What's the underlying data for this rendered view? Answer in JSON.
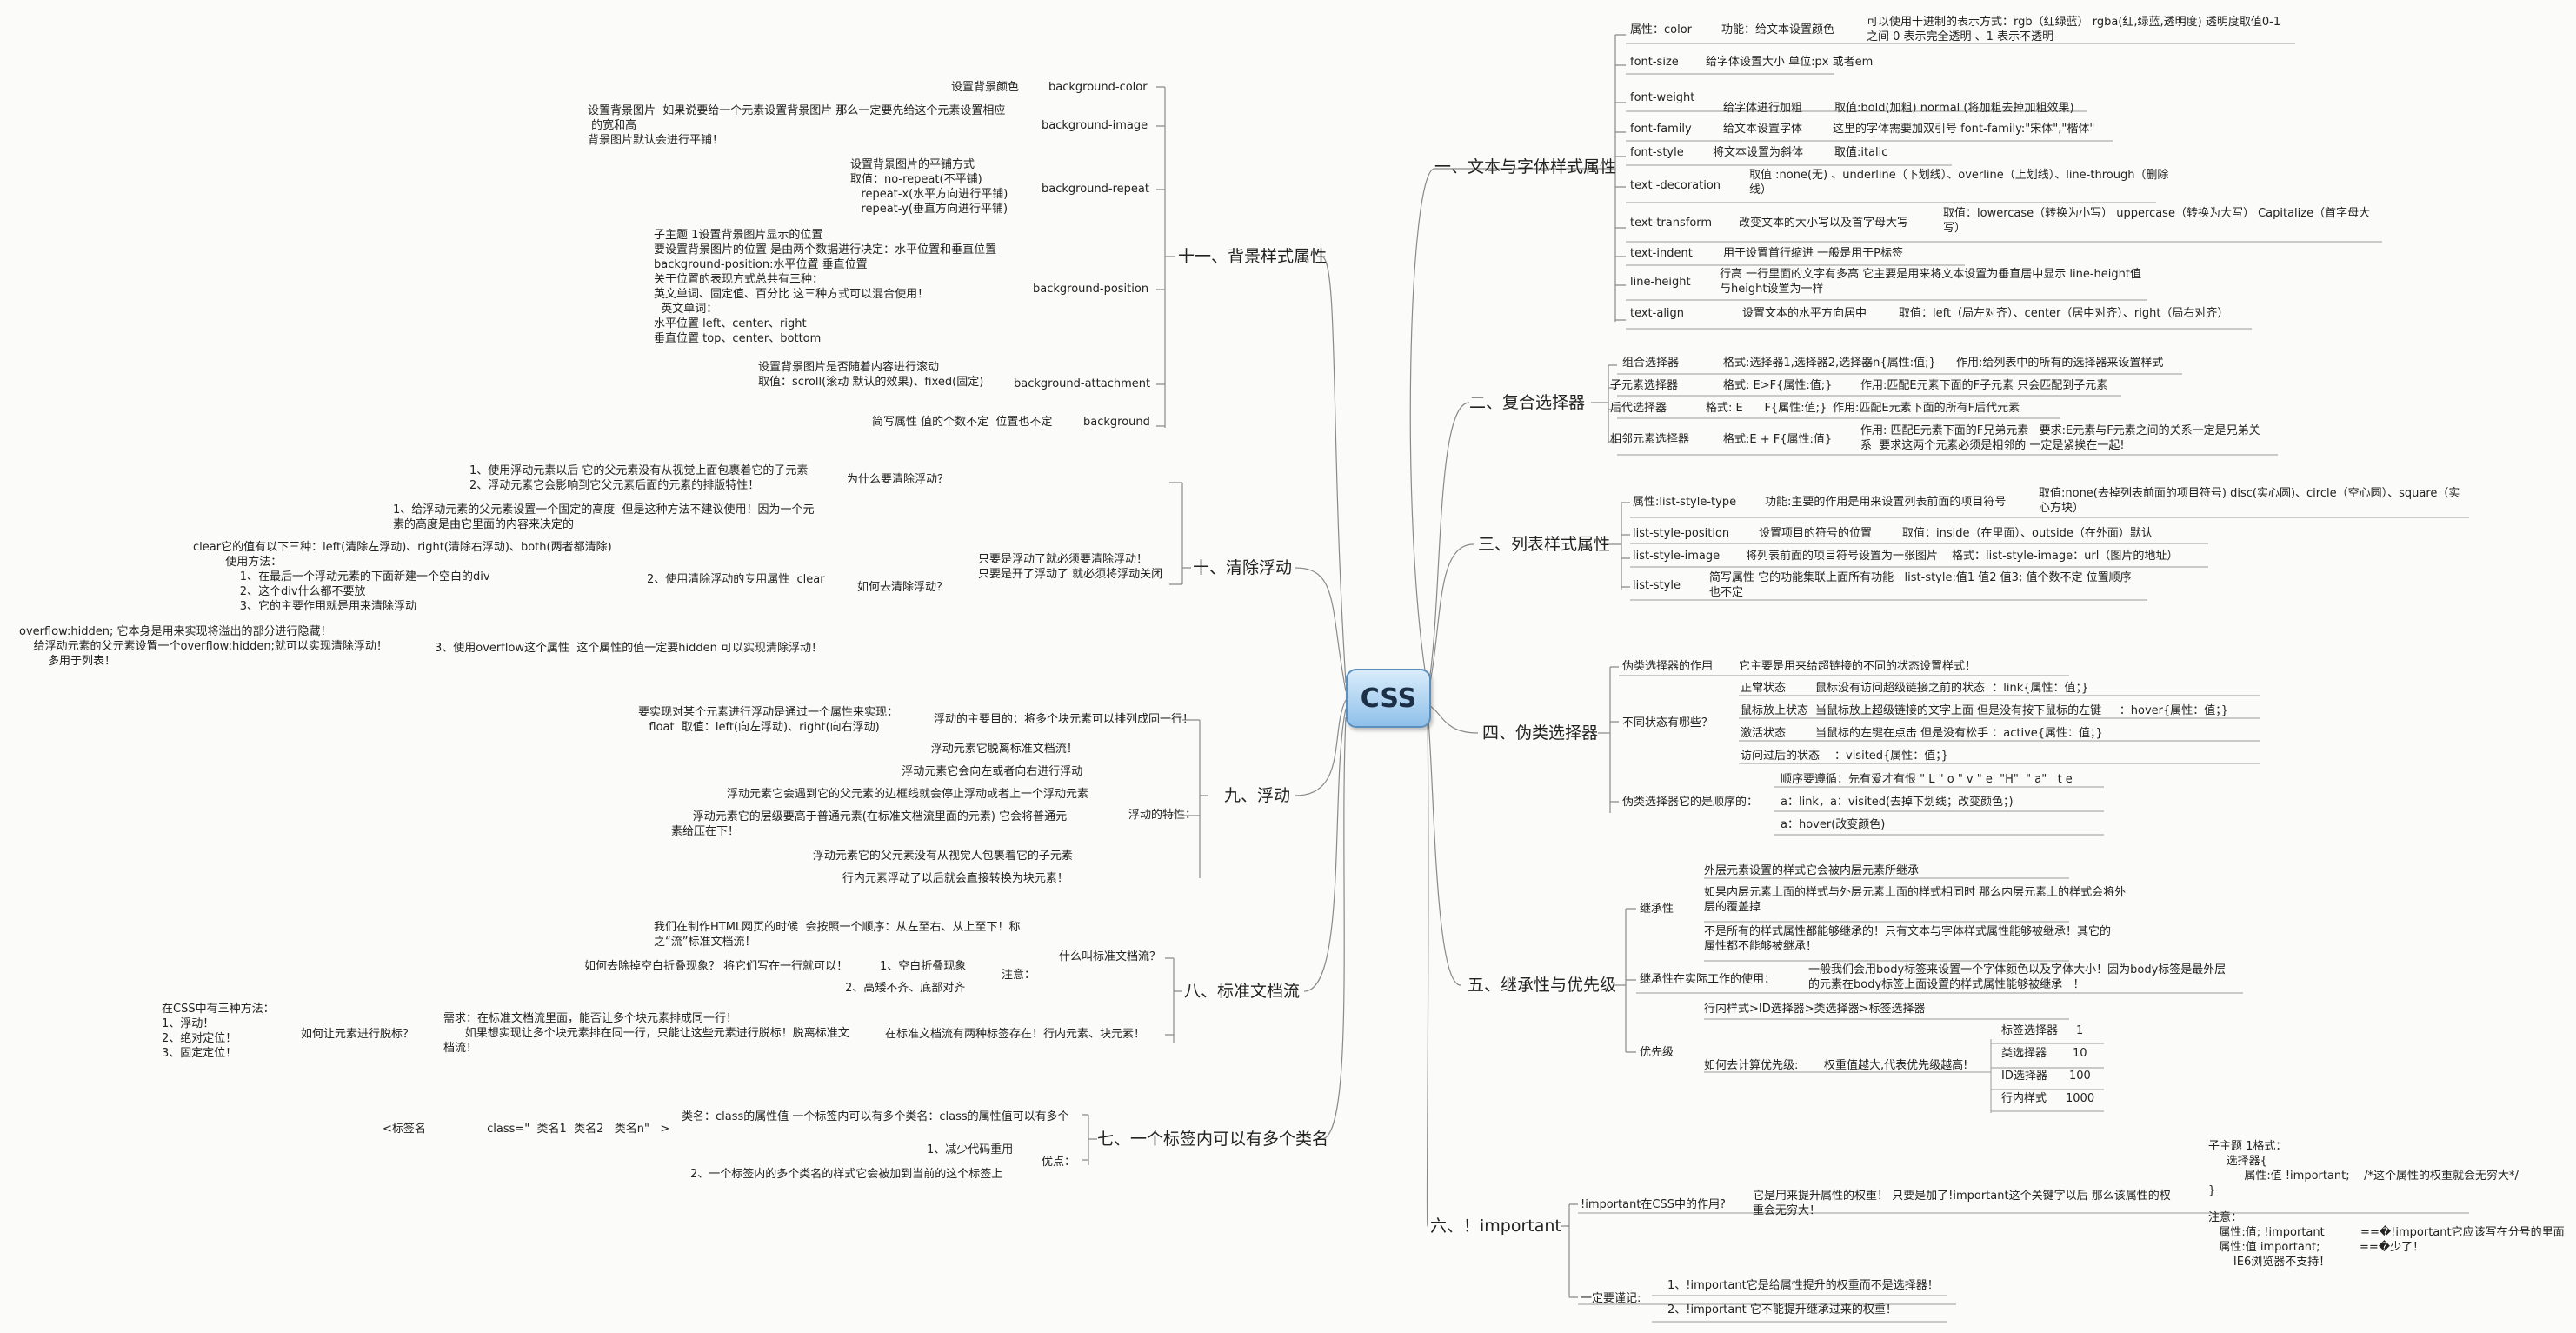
{
  "root": "CSS",
  "branches": {
    "text": {
      "title": "一、文本与字体样式属性",
      "n": [
        "属性：color",
        "功能：给文本设置颜色",
        "可以使用十进制的表示方式：rgb（红绿蓝） rgba(红,绿蓝,透明度) 透明度取值0-1\n之间 0 表示完全透明 、1 表示不透明",
        "font-size",
        "给字体设置大小 单位:px 或者em",
        "font-weight",
        "给字体进行加粗",
        "取值:bold(加粗) normal (将加粗去掉加粗效果)",
        "font-family",
        "给文本设置字体",
        "这里的字体需要加双引号 font-family:\"宋体\",\"楷体\"",
        "font-style",
        "将文本设置为斜体",
        "取值:italic",
        "text -decoration",
        "取值 :none(无) 、underline（下划线）、overline（上划线）、line-through（删除\n线）",
        "text-transform",
        "改变文本的大小写以及首字母大写",
        "取值：lowercase（转换为小写） uppercase（转换为大写） Capitalize（首字母大\n写）",
        "text-indent",
        "用于设置首行缩进 一般是用于P标签",
        "line-height",
        "行高 一行里面的文字有多高 它主要是用来将文本设置为垂直居中显示 line-height值\n与height设置为一样",
        "text-align",
        "设置文本的水平方向居中",
        "取值：left（局左对齐）、center（居中对齐）、right（局右对齐）"
      ]
    },
    "compound": {
      "title": "二、复合选择器",
      "n": [
        "组合选择器",
        "格式:选择器1,选择器2,选择器n{属性:值;}",
        "作用:给列表中的所有的选择器来设置样式",
        "子元素选择器",
        "格式: E>F{属性:值;}",
        "作用:匹配E元素下面的F子元素 只会匹配到子元素",
        "后代选择器",
        "格式: E      F{属性:值;}",
        "作用:匹配E元素下面的所有F后代元素",
        "相邻元素选择器",
        "格式:E + F{属性:值}",
        "作用: 匹配E元素下面的F兄弟元素   要求:E元素与F元素之间的关系一定是兄弟关\n系  要求这两个元素必须是相邻的 一定是紧挨在一起!"
      ]
    },
    "list": {
      "title": "三、列表样式属性",
      "n": [
        "属性:list-style-type",
        "功能:主要的作用是用来设置列表前面的项目符号",
        "取值:none(去掉列表前面的项目符号) disc(实心圆)、circle（空心圆）、square（实\n心方块）",
        "list-style-position",
        "设置项目的符号的位置",
        "取值：inside（在里面）、outside（在外面）默认",
        "list-style-image",
        "将列表前面的项目符号设置为一张图片",
        "格式：list-style-image：url（图片的地址）",
        "list-style",
        "简写属性 它的功能集联上面所有功能   list-style:值1 值2 值3; 值个数不定 位置顺序\n也不定"
      ]
    },
    "pseudo": {
      "title": "四、伪类选择器",
      "n": [
        "伪类选择器的作用",
        "它主要是用来给超链接的不同的状态设置样式！",
        "不同状态有哪些？",
        "正常状态",
        "鼠标没有访问超级链接之前的状态  ：link{属性：值；}",
        "鼠标放上状态",
        "当鼠标放上超级链接的文字上面 但是没有按下鼠标的左键     ：hover{属性：值；}",
        "激活状态",
        "当鼠标的左键在点击 但是没有松手 ：active{属性：值；}",
        "访问过后的状态",
        "：visited{属性：值；}",
        "伪类选择器它的是顺序的：",
        "顺序要遵循：先有爱才有恨 \" L \" o \" v \" e  \"H\"  \" a\"   t e",
        "a：link，a：visited(去掉下划线；改变颜色；)",
        "a：hover(改变颜色)"
      ]
    },
    "inherit": {
      "title": "五、继承性与优先级",
      "n": [
        "继承性",
        "外层元素设置的样式它会被内层元素所继承",
        "如果内层元素上面的样式与外层元素上面的样式相同时 那么内层元素上的样式会将外\n层的覆盖掉",
        "不是所有的样式属性都能够继承的！只有文本与字体样式属性能够被继承！其它的\n属性都不能够被继承！",
        "继承性在实际工作的使用：",
        "一般我们会用body标签来设置一个字体颜色以及字体大小！因为body标签是最外层\n的元素在body标签上面设置的样式属性能够被继承   ！",
        "优先级",
        "行内样式>ID选择器>类选择器>标签选择器",
        "如何去计算优先级:",
        "权重值越大,代表优先级越高!",
        "标签选择器",
        "1",
        "类选择器",
        "10",
        "ID选择器",
        "100",
        "行内样式",
        "1000"
      ]
    },
    "important": {
      "title": "六、！important",
      "n": [
        "!important在CSS中的作用?",
        "它是用来提升属性的权重！ 只要是加了!important这个关键字以后 那么该属性的权\n重会无穷大！",
        "子主题 1格式：\n     选择器{\n          属性:值 !important;    /*这个属性的权重就会无穷大*/\n}",
        "注意：\n   属性:值; !important          ==�!important它应该写在分号的里面\n   属性:值 important;           ==�少了！\n       IE6浏览器不支持！",
        "一定要谨记:",
        "1、!important它是给属性提升的权重而不是选择器！",
        "2、!important 它不能提升继承过来的权重！"
      ]
    },
    "multi": {
      "title": "七、一个标签内可以有多个类名",
      "n": [
        "类名：class的属性值 一个标签内可以有多个类名：class的属性值可以有多个",
        "<标签名                 class=\"  类名1  类名2   类名n\"   >",
        "优点：",
        "1、减少代码重用",
        "2、一个标签内的多个类名的样式它会被加到当前的这个标签上"
      ]
    },
    "flow": {
      "title": "八、标准文档流",
      "n": [
        "什么叫标准文档流？",
        "我们在制作HTML网页的时候  会按照一个顺序：从左至右、从上至下！称\n之“流”标准文档流！",
        "注意：",
        "1、空白折叠现象",
        "如何去除掉空白折叠现象？ 将它们写在一行就可以！",
        "2、高矮不齐、底部对齐",
        "在标准文档流有两种标签存在！行内元素、块元素！",
        "需求：在标准文档流里面，能否让多个块元素排成同一行！\n      如果想实现让多个块元素排在同一行，只能让这些元素进行脱标！脱离标准文\n档流！",
        "如何让元素进行脱标？",
        "在CSS中有三种方法：\n1、浮动！\n2、绝对定位！\n3、固定定位！"
      ]
    },
    "float": {
      "title": "九、浮动",
      "n": [
        "浮动的主要目的：将多个块元素可以排列成同一行！",
        "要实现对某个元素进行浮动是通过一个属性来实现：\n   float  取值：left(向左浮动)、right(向右浮动)",
        "浮动的特性：",
        "      浮动元素它脱离标准文档流！",
        "         浮动元素它会向左或者向右进行浮动",
        "浮动元素它会遇到它的父元素的边框线就会停止浮动或者上一个浮动元素",
        "      浮动元素它的层级要高于普通元素(在标准文档流里面的元素) 它会将普通元\n素给压在下！",
        "       浮动元素它的父元素没有从视觉人包裹着它的子元素",
        "       行内元素浮动了以后就会直接转换为块元素！",
        "",
        "",
        "",
        "",
        ""
      ]
    },
    "clear": {
      "title": "十、清除浮动",
      "n": [
        "只要是浮动了就必须要清除浮动！\n只要是开了浮动了 就必须将浮动关闭",
        "为什么要清除浮动？",
        "1、使用浮动元素以后 它的父元素没有从视觉上面包裹着它的子元素\n2、浮动元素它会影响到它父元素后面的元素的排版特性！",
        "如何去清除浮动？",
        "1、给浮动元素的父元素设置一个固定的高度  但是这种方法不建议使用！因为一个元\n素的高度是由它里面的内容来决定的",
        "2、使用清除浮动的专用属性  clear",
        "clear它的值有以下三种：left(清除左浮动)、right(清除右浮动)、both(两者都清除)\n         使用方法：\n             1、在最后一个浮动元素的下面新建一个空白的div\n             2、这个div什么都不要放\n             3、它的主要作用就是用来清除浮动",
        "3、使用overflow这个属性  这个属性的值一定要hidden 可以实现清除浮动！",
        "overflow:hidden; 它本身是用来实现将溢出的部分进行隐藏！\n    给浮动元素的父元素设置一个overflow:hidden;就可以实现清除浮动！\n        多用于列表！"
      ]
    },
    "bg": {
      "title": "十一、背景样式属性",
      "n": [
        "background-color",
        "设置背景颜色",
        "background-image",
        "设置背景图片  如果说要给一个元素设置背景图片 那么一定要先给这个元素设置相应\n 的宽和高\n背景图片默认会进行平铺！",
        "background-repeat",
        "设置背景图片的平铺方式\n取值：no-repeat(不平铺)\n   repeat-x(水平方向进行平铺)\n   repeat-y(垂直方向进行平铺)",
        "background-position",
        "子主题 1设置背景图片显示的位置\n要设置背景图片的位置 是由两个数据进行决定：水平位置和垂直位置\nbackground-position:水平位置 垂直位置\n关于位置的表现方式总共有三种：\n英文单词、固定值、百分比 这三种方式可以混合使用！\n  英文单词：\n水平位置 left、center、right\n垂直位置 top、center、bottom",
        "background-attachment",
        "设置背景图片是否随着内容进行滚动\n取值：scroll(滚动 默认的效果)、fixed(固定)",
        "background",
        "简写属性 值的个数不定  位置也不定"
      ]
    }
  }
}
